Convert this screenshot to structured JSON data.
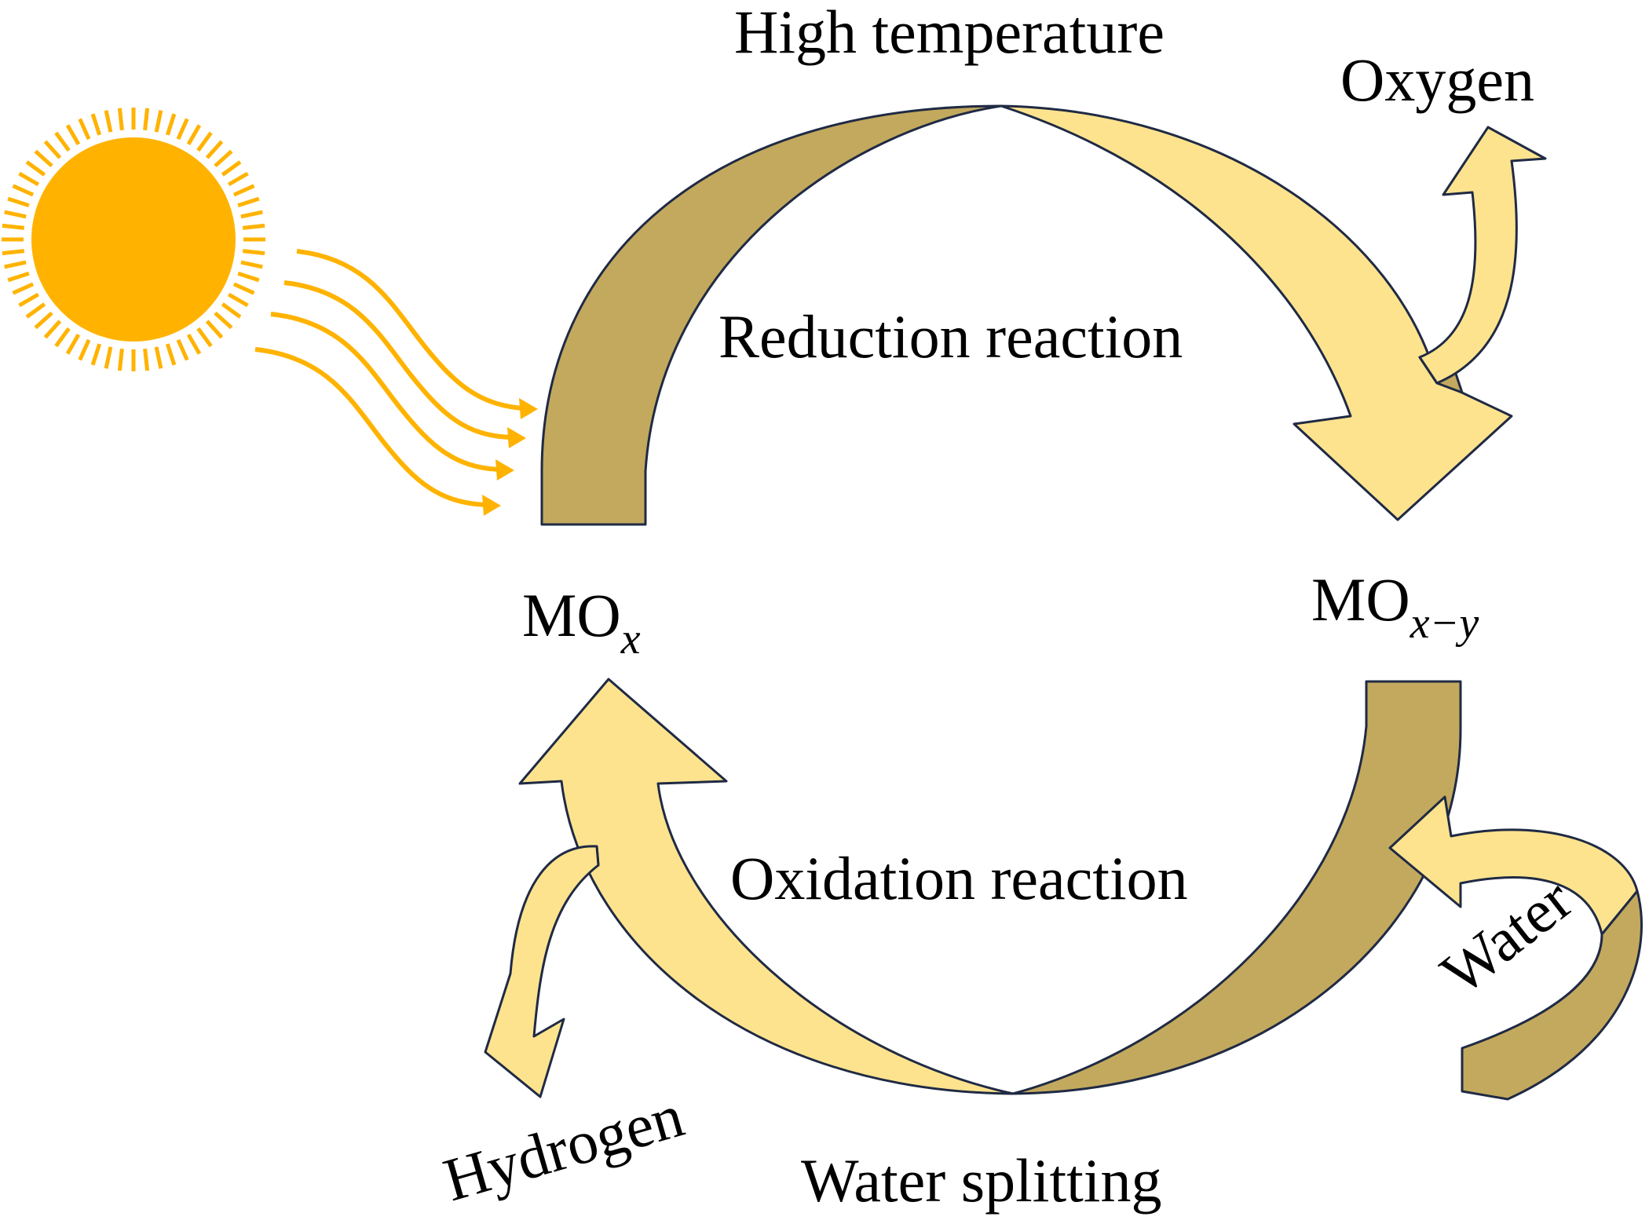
{
  "labels": {
    "high_temperature": "High temperature",
    "oxygen": "Oxygen",
    "reduction_reaction": "Reduction reaction",
    "mox_base": "MO",
    "mox_sub": "x",
    "moxy_base": "MO",
    "moxy_sub": "x−y",
    "oxidation_reaction": "Oxidation reaction",
    "water": "Water",
    "hydrogen": "Hydrogen",
    "water_splitting": "Water splitting"
  },
  "colors": {
    "sun": "#FFB300",
    "sun_rays": "#FFB300",
    "arrow_light": "#FDE38E",
    "arrow_dark": "#C3A95E",
    "outline": "#1F2A44"
  }
}
